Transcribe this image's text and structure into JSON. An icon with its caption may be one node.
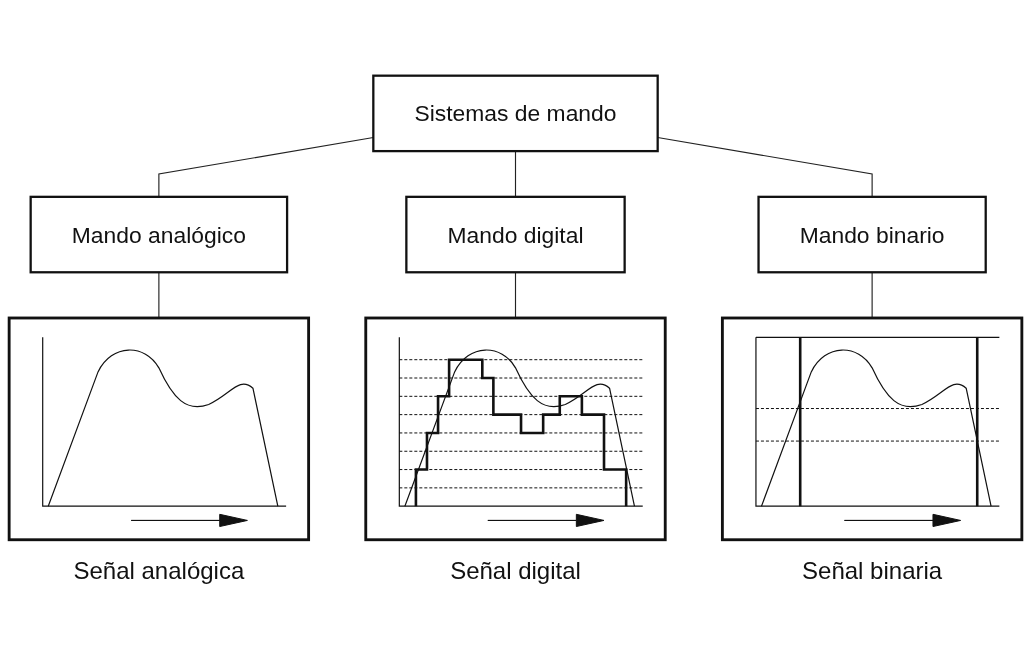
{
  "diagram": {
    "nodes": [
      {
        "text": [
          "Sistemas de mando"
        ]
      },
      {
        "text": [
          "Mando analógico"
        ]
      },
      {
        "text": [
          "Mando digital"
        ]
      },
      {
        "text": [
          "Mando binario"
        ]
      },
      {
        "text": [],
        "shape": "picture",
        "beside": [
          "Señal analógica"
        ]
      },
      {
        "text": [],
        "shape": "picture",
        "beside": [
          "Señal digital"
        ]
      },
      {
        "text": [],
        "shape": "picture",
        "beside": [
          "Señal binaria"
        ]
      }
    ],
    "edges": [
      {
        "from": 0,
        "to": 1,
        "arrow": "none"
      },
      {
        "from": 0,
        "to": 2,
        "arrow": "none"
      },
      {
        "from": 0,
        "to": 3,
        "arrow": "none"
      },
      {
        "from": 1,
        "to": 4,
        "arrow": "none"
      },
      {
        "from": 2,
        "to": 5,
        "arrow": "none"
      },
      {
        "from": 3,
        "to": 6,
        "arrow": "none"
      }
    ]
  }
}
